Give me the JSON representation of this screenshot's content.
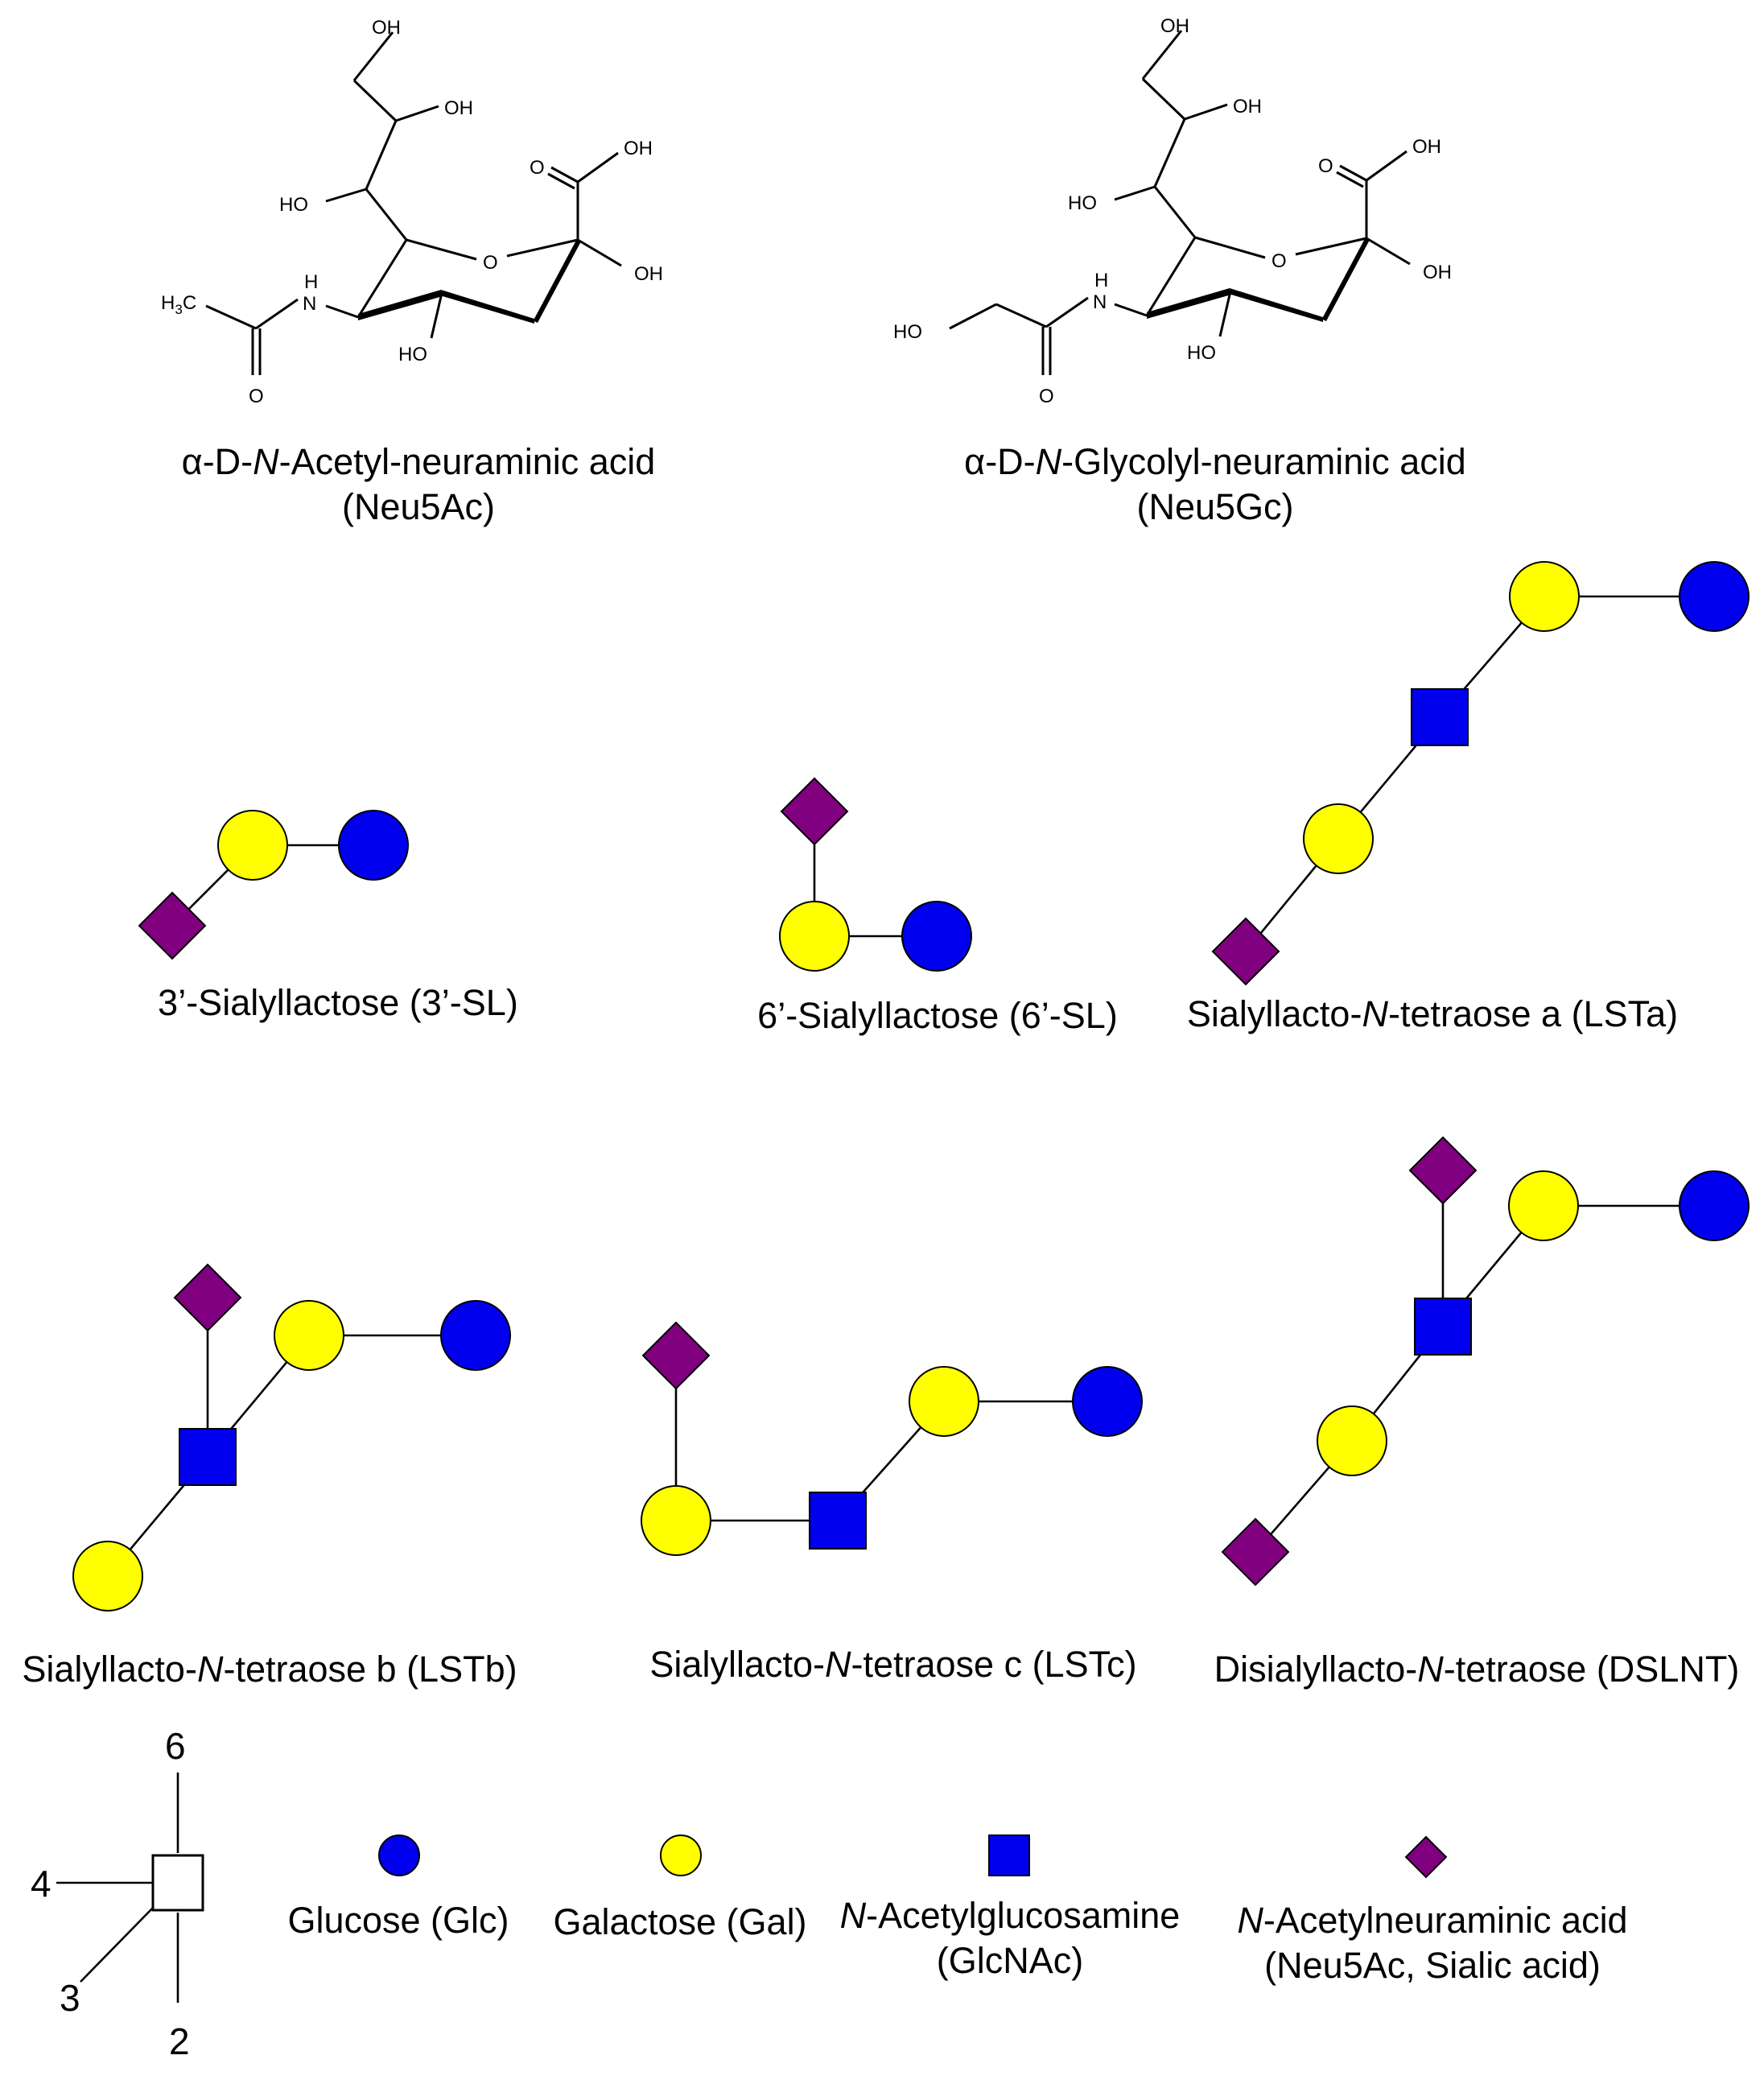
{
  "colors": {
    "glucose": "#0000ee",
    "galactose": "#ffff00",
    "glcnac": "#0000ee",
    "neu5ac": "#800080",
    "outline": "#000000"
  },
  "chem": {
    "oh": "OH",
    "ho": "HO",
    "o": "O",
    "nh_n": "N",
    "nh_h": "H",
    "h3c_h": "H",
    "h3c_3": "3",
    "h3c_c": "C"
  },
  "structures": {
    "neu5ac": {
      "name_pre": "α-D-",
      "name_ital": "N",
      "name_post": "-Acetyl-neuraminic acid",
      "abbrev": "(Neu5Ac)"
    },
    "neu5gc": {
      "name_pre": "α-D-",
      "name_ital": "N",
      "name_post": "-Glycolyl-neuraminic acid",
      "abbrev": "(Neu5Gc)"
    }
  },
  "glycans": {
    "sl3": {
      "label": "3’-Sialyllactose (3’-SL)"
    },
    "sl6": {
      "label": "6’-Sialyllactose (6’-SL)"
    },
    "lsta": {
      "pre": "Sialyllacto-",
      "ital": "N",
      "post": "-tetraose a (LSTa)"
    },
    "lstb": {
      "pre": "Sialyllacto-",
      "ital": "N",
      "post": "-tetraose b (LSTb)"
    },
    "lstc": {
      "pre": "Sialyllacto-",
      "ital": "N",
      "post": "-tetraose c (LSTc)"
    },
    "dslnt": {
      "pre": "Disialyllacto-",
      "ital": "N",
      "post": "-tetraose (DSLNT)"
    }
  },
  "legend": {
    "linkage_numbers": {
      "top": "6",
      "left": "4",
      "bottom_left": "3",
      "bottom": "2"
    },
    "glucose": "Glucose (Glc)",
    "galactose": "Galactose (Gal)",
    "glcnac_ital": "N",
    "glcnac_line1": "-Acetylglucosamine",
    "glcnac_line2": "(GlcNAc)",
    "neu5ac_ital": "N",
    "neu5ac_line1": "-Acetylneuraminic acid",
    "neu5ac_line2": "(Neu5Ac, Sialic acid)"
  }
}
